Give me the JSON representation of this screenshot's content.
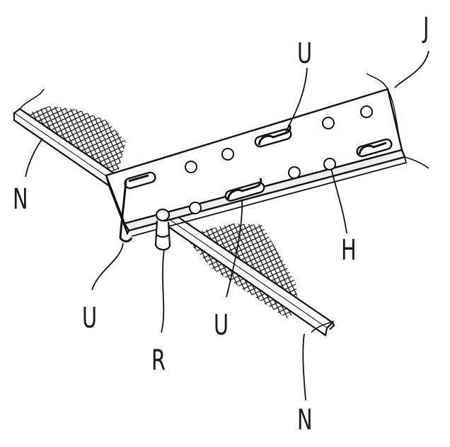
{
  "figure": {
    "labels": {
      "strip": "J",
      "hook_top": "U",
      "hole": "H",
      "hook_center": "U",
      "hook_left": "U",
      "rivet": "R",
      "mesh_left": "N",
      "mesh_bottom": "N"
    }
  }
}
